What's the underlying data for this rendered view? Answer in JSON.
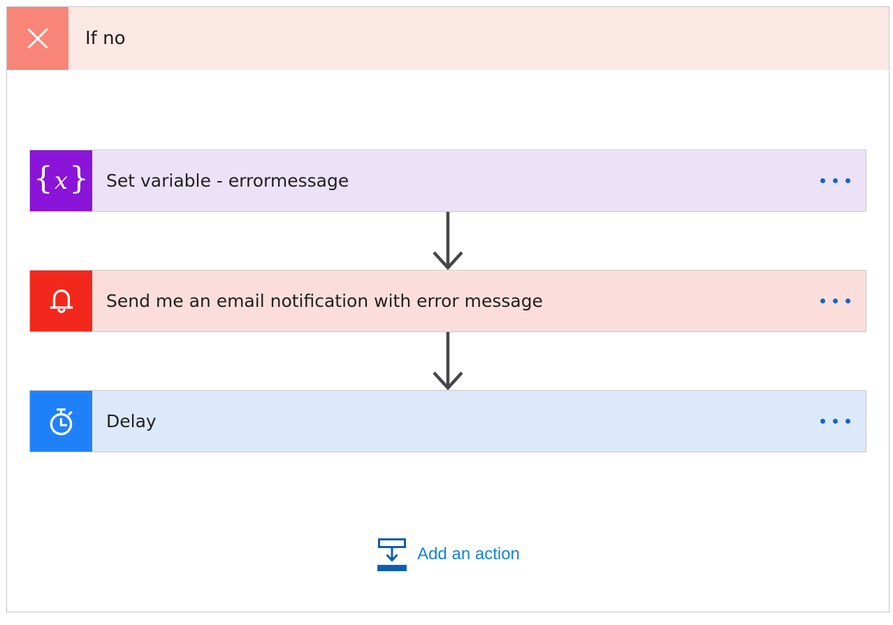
{
  "frame": {
    "border_color": "#c9c6c4"
  },
  "branch": {
    "title": "If no",
    "bg_color": "#fce9e6",
    "tile_color": "#f98478",
    "icon": "close-x-icon"
  },
  "cards": [
    {
      "label": "Set variable - errormessage",
      "icon": "variable-braces-icon",
      "glyph_open": "{",
      "glyph_x": "x",
      "glyph_close": "}",
      "tile_color": "#8a14d8",
      "bg_color": "#ece2f8"
    },
    {
      "label": "Send me an email notification with error message",
      "icon": "bell-icon",
      "tile_color": "#f3281c",
      "bg_color": "#fbdedb"
    },
    {
      "label": "Delay",
      "icon": "stopwatch-icon",
      "tile_color": "#1f81f9",
      "bg_color": "#dce9fa"
    }
  ],
  "menu": {
    "dot_color": "#1267c1"
  },
  "connector": {
    "color": "#48464a"
  },
  "add_action": {
    "label": "Add an action",
    "icon_color": "#0c5fae",
    "text_color": "#1583d7"
  }
}
